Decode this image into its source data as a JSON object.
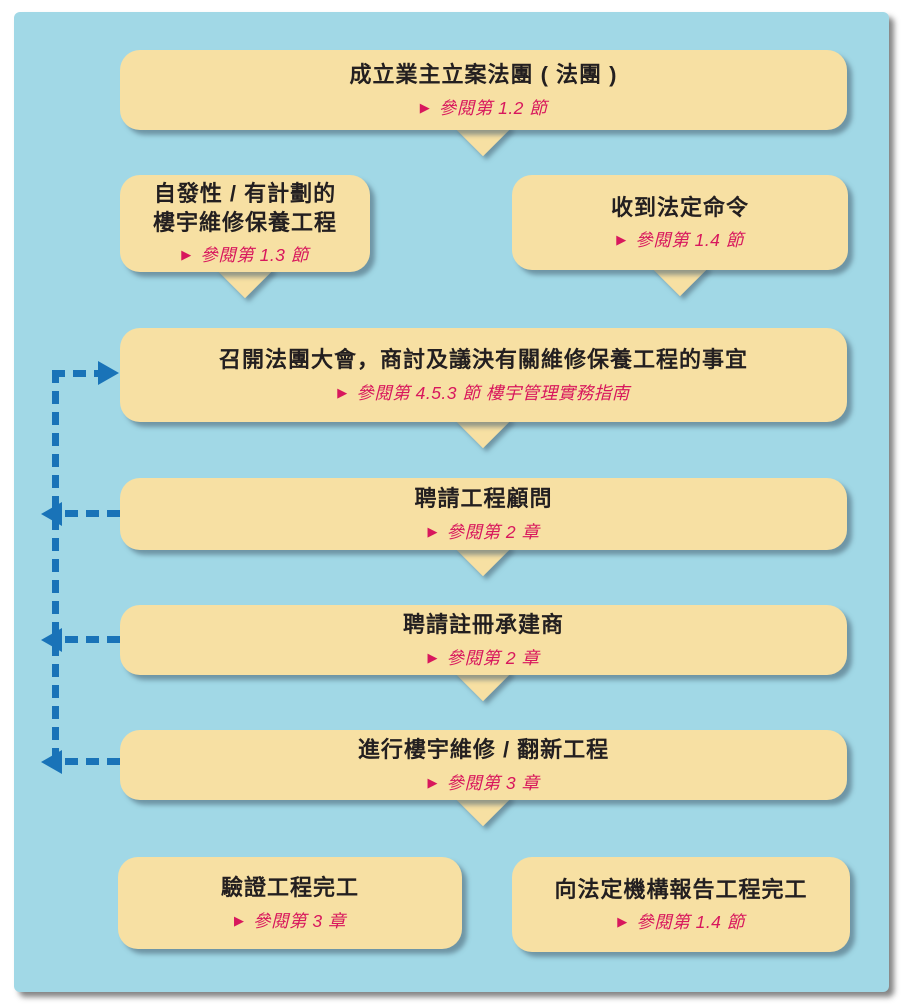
{
  "page": {
    "background_color": "#ffffff",
    "panel_color": "#a1d8e6"
  },
  "colors": {
    "box_fill": "#f7e0a3",
    "title_text": "#231f20",
    "ref_text": "#d8175d",
    "connector_blue": "#1973b8"
  },
  "icons": {
    "ref_marker": "▶"
  },
  "nodes": [
    {
      "id": "form-oc",
      "title": "成立業主立案法團 ( 法團 )",
      "ref": "參閱第 1.2 節"
    },
    {
      "id": "planned-works",
      "title": "自發性 / 有計劃的",
      "title2": "樓宇維修保養工程",
      "ref": "參閱第 1.3 節"
    },
    {
      "id": "statutory-order",
      "title": "收到法定命令",
      "ref": "參閱第 1.4 節"
    },
    {
      "id": "oc-meeting",
      "title": "召開法團大會，商討及議決有關維修保養工程的事宜",
      "ref": "參閱第 4.5.3 節 樓宇管理實務指南"
    },
    {
      "id": "appoint-consultant",
      "title": "聘請工程顧問",
      "ref": "參閱第 2 章"
    },
    {
      "id": "appoint-contractor",
      "title": "聘請註冊承建商",
      "ref": "參閱第 2 章"
    },
    {
      "id": "carry-out-works",
      "title": "進行樓宇維修 / 翻新工程",
      "ref": "參閱第 3 章"
    },
    {
      "id": "certify-completion",
      "title": "驗證工程完工",
      "ref": "參閱第 3 章"
    },
    {
      "id": "report-completion",
      "title": "向法定機構報告工程完工",
      "ref": "參閱第 1.4 節"
    }
  ]
}
